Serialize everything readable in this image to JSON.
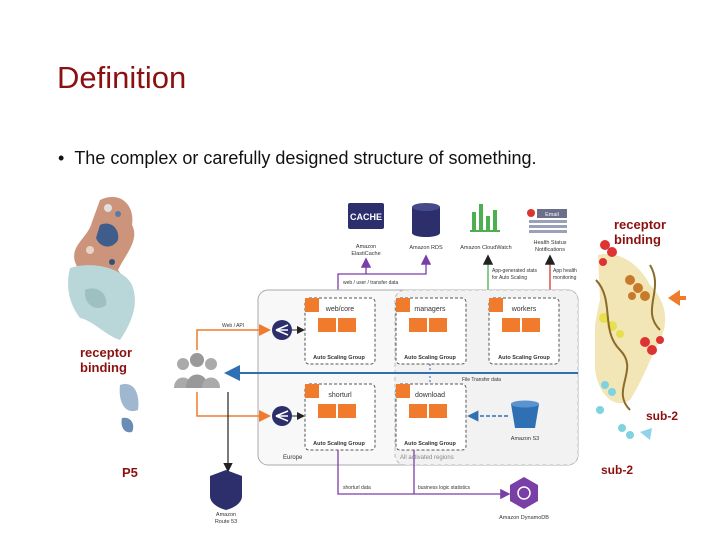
{
  "slide": {
    "title": "Definition",
    "bullets": [
      "The complex or carefully designed structure of something."
    ]
  },
  "protein_left": {
    "label_line1": "receptor",
    "label_line2": "binding",
    "code": "P5"
  },
  "protein_right": {
    "label_line1": "receptor",
    "label_line2": "binding",
    "sub_a": "sub-2",
    "sub_b": "sub-2"
  },
  "architecture": {
    "top_services": [
      {
        "name": "Amazon ElastiCache",
        "line1": "Amazon",
        "line2": "ElastiCache",
        "icon": "cache-icon",
        "badge": "CACHE"
      },
      {
        "name": "Amazon RDS",
        "line1": "Amazon RDS",
        "icon": "database-icon"
      },
      {
        "name": "Amazon CloudWatch",
        "line1": "Amazon CloudWatch",
        "icon": "bar-chart-icon"
      },
      {
        "name": "Health Status Notifications",
        "line1": "Health Status",
        "line2": "Notifications",
        "icon": "email-icon",
        "badge": "Email"
      }
    ],
    "annotations": {
      "web_user_transfer": "web / user / transfer data",
      "app_stats_1": "App-generated stats",
      "app_stats_2": "for Auto Scaling",
      "app_health_1": "App health",
      "app_health_2": "monitoring",
      "web_api": "Web / API",
      "file_transfer": "File Transfer data",
      "region": "Europe",
      "all_regions": "All activated regions",
      "shorturl_data": "shorturl data",
      "business_stats": "business logic statistics"
    },
    "groups": [
      {
        "name": "web/core",
        "footer": "Auto Scaling Group"
      },
      {
        "name": "managers",
        "footer": "Auto Scaling Group"
      },
      {
        "name": "workers",
        "footer": "Auto Scaling Group"
      },
      {
        "name": "shorturl",
        "footer": "Auto Scaling Group"
      },
      {
        "name": "download",
        "footer": "Auto Scaling Group"
      }
    ],
    "s3": {
      "label": "Amazon S3"
    },
    "route53": {
      "line1": "Amazon",
      "line2": "Route 53"
    },
    "dynamodb": {
      "label": "Amazon DynamoDB"
    }
  },
  "colors": {
    "title": "#8b1111",
    "orange": "#f07b2c",
    "blue_arrow": "#2f6fb4",
    "navy": "#2c2f6b",
    "purple": "#7a3fa6",
    "green": "#4caf50",
    "red": "#d9362f"
  }
}
